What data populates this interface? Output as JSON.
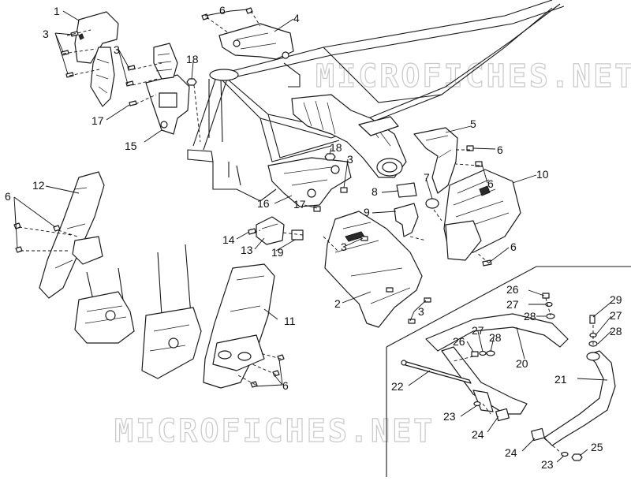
{
  "watermarks": [
    "MICROFICHES.NET",
    "MICROFICHES.NET"
  ],
  "callouts": [
    {
      "id": "1",
      "label": "1"
    },
    {
      "id": "3a",
      "label": "3"
    },
    {
      "id": "3b",
      "label": "3"
    },
    {
      "id": "18a",
      "label": "18"
    },
    {
      "id": "17a",
      "label": "17"
    },
    {
      "id": "15",
      "label": "15"
    },
    {
      "id": "6a",
      "label": "6"
    },
    {
      "id": "4",
      "label": "4"
    },
    {
      "id": "5",
      "label": "5"
    },
    {
      "id": "6b",
      "label": "6"
    },
    {
      "id": "6c",
      "label": "6"
    },
    {
      "id": "10",
      "label": "10"
    },
    {
      "id": "6d",
      "label": "6"
    },
    {
      "id": "18b",
      "label": "18"
    },
    {
      "id": "3c",
      "label": "3"
    },
    {
      "id": "7",
      "label": "7"
    },
    {
      "id": "8",
      "label": "8"
    },
    {
      "id": "9",
      "label": "9"
    },
    {
      "id": "16",
      "label": "16"
    },
    {
      "id": "17b",
      "label": "17"
    },
    {
      "id": "12",
      "label": "12"
    },
    {
      "id": "6e",
      "label": "6"
    },
    {
      "id": "14",
      "label": "14"
    },
    {
      "id": "13",
      "label": "13"
    },
    {
      "id": "19",
      "label": "19"
    },
    {
      "id": "3d",
      "label": "3"
    },
    {
      "id": "2",
      "label": "2"
    },
    {
      "id": "3e",
      "label": "3"
    },
    {
      "id": "11",
      "label": "11"
    },
    {
      "id": "6f",
      "label": "6"
    },
    {
      "id": "26a",
      "label": "26"
    },
    {
      "id": "27a",
      "label": "27"
    },
    {
      "id": "28a",
      "label": "28"
    },
    {
      "id": "29",
      "label": "29"
    },
    {
      "id": "27b",
      "label": "27"
    },
    {
      "id": "28b",
      "label": "28"
    },
    {
      "id": "27c",
      "label": "27"
    },
    {
      "id": "26b",
      "label": "26"
    },
    {
      "id": "28c",
      "label": "28"
    },
    {
      "id": "20",
      "label": "20"
    },
    {
      "id": "21",
      "label": "21"
    },
    {
      "id": "22",
      "label": "22"
    },
    {
      "id": "23a",
      "label": "23"
    },
    {
      "id": "24a",
      "label": "24"
    },
    {
      "id": "24b",
      "label": "24"
    },
    {
      "id": "23b",
      "label": "23"
    },
    {
      "id": "25",
      "label": "25"
    }
  ]
}
